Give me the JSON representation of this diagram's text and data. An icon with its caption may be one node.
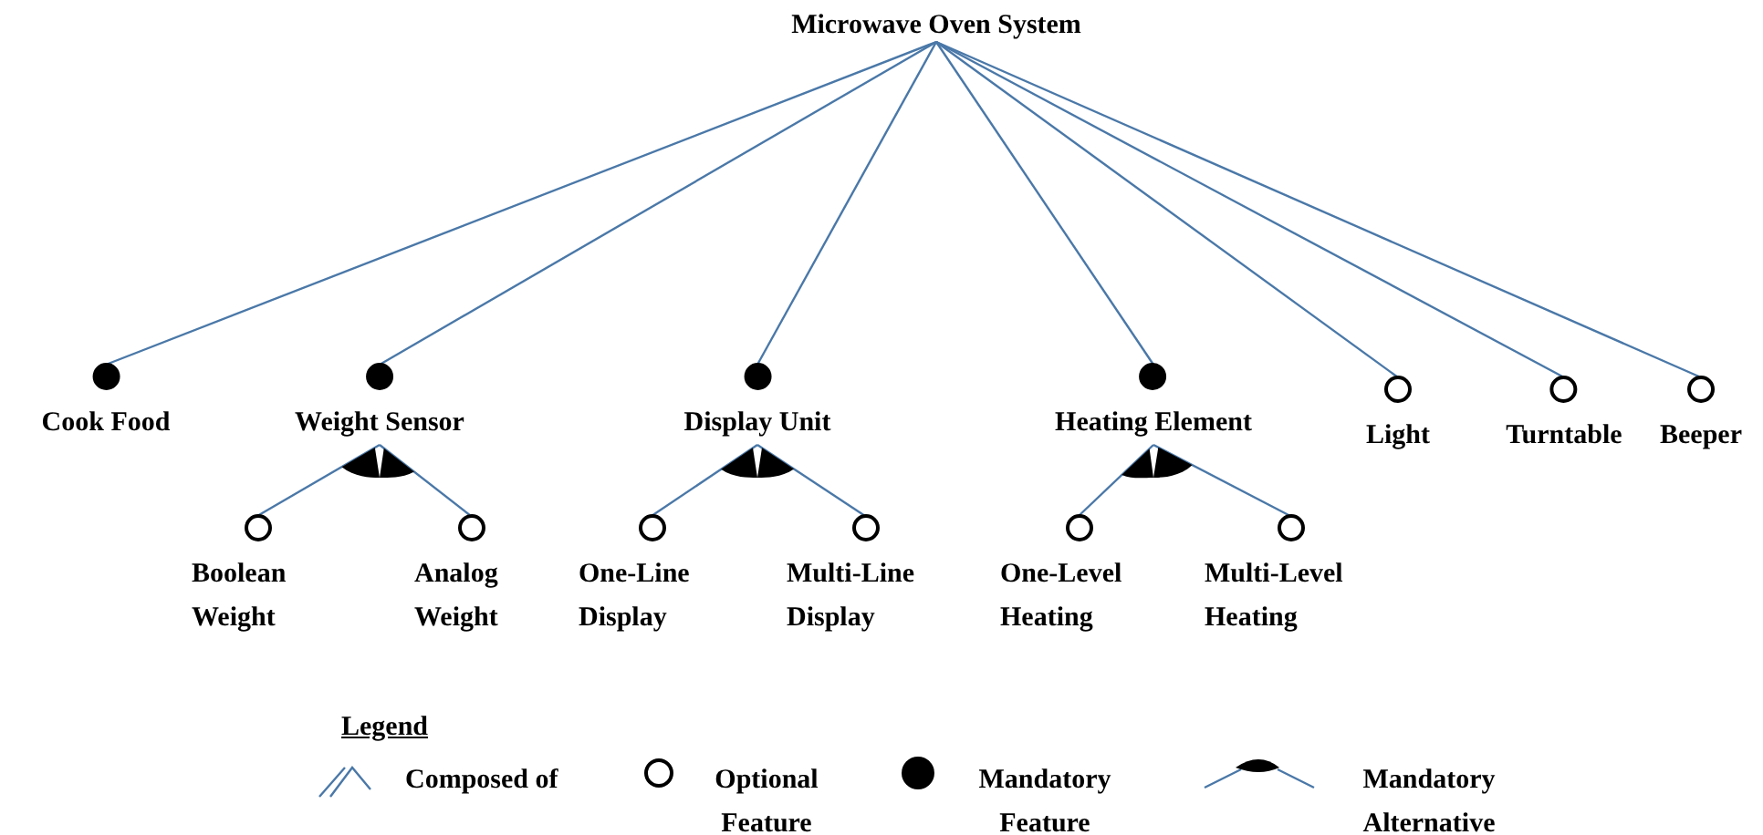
{
  "diagram": {
    "nodes": [
      {
        "text": [
          "Microwave Oven System"
        ]
      },
      {
        "text": [],
        "shape": "dot",
        "beside": [
          "Cook Food"
        ]
      },
      {
        "text": [],
        "shape": "dot",
        "beside": [
          "Weight Sensor"
        ]
      },
      {
        "text": [],
        "shape": "dot",
        "beside": [
          "Display Unit"
        ]
      },
      {
        "text": [],
        "shape": "dot",
        "beside": [
          "Heating Element"
        ]
      },
      {
        "text": [],
        "shape": "circle",
        "beside": [
          "Light"
        ]
      },
      {
        "text": [],
        "shape": "circle",
        "beside": [
          "Turntable"
        ]
      },
      {
        "text": [],
        "shape": "circle",
        "beside": [
          "Beeper"
        ]
      },
      {
        "text": [],
        "shape": "circle",
        "beside": [
          "Boolean Weight"
        ]
      },
      {
        "text": [],
        "shape": "circle",
        "beside": [
          "Analog Weight"
        ]
      },
      {
        "text": [],
        "shape": "circle",
        "beside": [
          "One-Line Display"
        ]
      },
      {
        "text": [],
        "shape": "circle",
        "beside": [
          "Multi-Line Display"
        ]
      },
      {
        "text": [],
        "shape": "circle",
        "beside": [
          "One-Level Heating"
        ]
      },
      {
        "text": [],
        "shape": "circle",
        "beside": [
          "Multi-Level Heating"
        ]
      }
    ],
    "edges": [
      {
        "from": 0,
        "to": 1,
        "arrow": "none"
      },
      {
        "from": 0,
        "to": 2,
        "arrow": "none"
      },
      {
        "from": 0,
        "to": 3,
        "arrow": "none"
      },
      {
        "from": 0,
        "to": 4,
        "arrow": "none"
      },
      {
        "from": 0,
        "to": 5,
        "arrow": "none"
      },
      {
        "from": 0,
        "to": 6,
        "arrow": "none"
      },
      {
        "from": 0,
        "to": 7,
        "arrow": "none"
      },
      {
        "from": 2,
        "to": 8,
        "arrow": "other"
      },
      {
        "from": 2,
        "to": 9,
        "arrow": "other"
      },
      {
        "from": 3,
        "to": 10,
        "arrow": "other"
      },
      {
        "from": 3,
        "to": 11,
        "arrow": "other"
      },
      {
        "from": 4,
        "to": 12,
        "arrow": "other"
      },
      {
        "from": 4,
        "to": 13,
        "arrow": "other"
      }
    ],
    "labels": [
      "Legend"
    ],
    "legend": [
      {
        "text": "Composed of"
      },
      {
        "text": "Optional Feature"
      },
      {
        "text": "Mandatory Feature"
      },
      {
        "text": "Mandatory Alternative"
      }
    ]
  }
}
